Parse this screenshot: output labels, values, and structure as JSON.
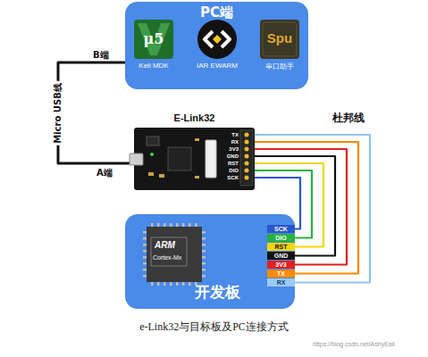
{
  "diagram": {
    "caption": "e-Link32与目标板及PC连接方式",
    "nodes": [
      {
        "text": [
          "PC端"
        ]
      },
      {
        "text": [
          "μ5",
          "Keil MDK"
        ],
        "in": 0
      },
      {
        "text": [
          "IAR EWARM"
        ],
        "in": 0
      },
      {
        "text": [
          "Spu",
          "串口助手"
        ],
        "in": 0
      },
      {
        "text": [
          "E-Link32"
        ]
      },
      {
        "text": [
          "开发板"
        ]
      },
      {
        "text": [
          "ARM",
          "Cortex-Mx"
        ],
        "in": 5
      },
      {
        "text": [
          "SCK"
        ],
        "in": 5
      },
      {
        "text": [
          "DIO"
        ],
        "in": 5
      },
      {
        "text": [
          "RST"
        ],
        "in": 5
      },
      {
        "text": [
          "GND"
        ],
        "in": 5
      },
      {
        "text": [
          "3V3"
        ],
        "in": 5
      },
      {
        "text": [
          "TX"
        ],
        "in": 5
      },
      {
        "text": [
          "RX"
        ],
        "in": 5
      }
    ],
    "edges": [
      {
        "from": 0,
        "to": 4,
        "arrow": "none",
        "label": "Micro USB线"
      },
      {
        "from": 4,
        "to": 13,
        "arrow": "none"
      },
      {
        "from": 4,
        "to": 12,
        "arrow": "none"
      },
      {
        "from": 4,
        "to": 11,
        "arrow": "none"
      },
      {
        "from": 4,
        "to": 10,
        "arrow": "none"
      },
      {
        "from": 4,
        "to": 9,
        "arrow": "none"
      },
      {
        "from": 4,
        "to": 8,
        "arrow": "none"
      },
      {
        "from": 4,
        "to": 7,
        "arrow": "none"
      }
    ],
    "labels": [
      "B端",
      "A端",
      "TX",
      "RX",
      "3V3",
      "GND",
      "RST",
      "DIO",
      "SCK",
      "杜邦线",
      "https://blog.csdn.net/AshyEail"
    ]
  }
}
